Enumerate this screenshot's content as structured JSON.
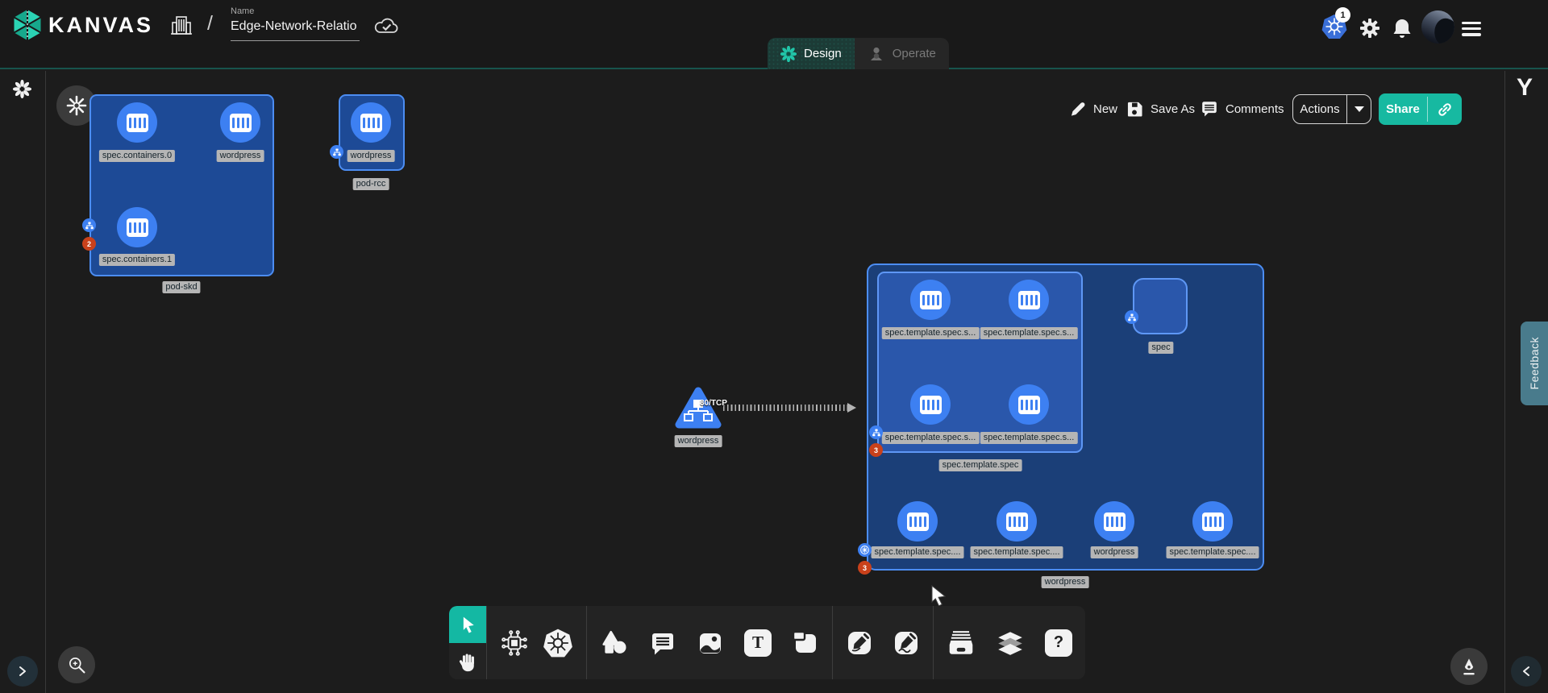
{
  "header": {
    "logo_text": "KANVAS",
    "name_label": "Name",
    "name_value": "Edge-Network-Relatio",
    "tabs": {
      "design": "Design",
      "operate": "Operate"
    },
    "k8s_context_count": "1"
  },
  "design_bar": {
    "new": "New",
    "save_as": "Save As",
    "comments": "Comments",
    "actions": "Actions",
    "share": "Share"
  },
  "right_rail": {
    "logo_text": "Y",
    "feedback_label": "Feedback"
  },
  "diagram": {
    "pod_skd": {
      "label": "pod-skd",
      "error_count": "2",
      "nodes": [
        {
          "label": "spec.containers.0"
        },
        {
          "label": "wordpress"
        },
        {
          "label": "spec.containers.1"
        }
      ]
    },
    "pod_rcc": {
      "label": "pod-rcc",
      "nodes": [
        {
          "label": "wordpress"
        }
      ]
    },
    "service": {
      "label": "wordpress",
      "edge_label": "80/TCP"
    },
    "deployment": {
      "label": "wordpress",
      "error_count": "3",
      "template": {
        "label": "spec.template.spec",
        "error_count": "3",
        "nodes": [
          {
            "label": "spec.template.spec.s..."
          },
          {
            "label": "spec.template.spec.s..."
          },
          {
            "label": "spec.template.spec.s..."
          },
          {
            "label": "spec.template.spec.s..."
          }
        ]
      },
      "spec": {
        "label": "spec"
      },
      "nodes": [
        {
          "label": "spec.template.spec...."
        },
        {
          "label": "spec.template.spec...."
        },
        {
          "label": "wordpress"
        },
        {
          "label": "spec.template.spec...."
        }
      ]
    }
  },
  "colors": {
    "accent_teal": "#17b9a1",
    "node_blue": "#3d80f2",
    "group_fill": "#1b3f78",
    "group_fill_light": "#2a57ab",
    "group_border": "#4c8df2",
    "badge_orange": "#c9411b",
    "label_bg": "#b5b5b5",
    "feedback_bg": "#497b8c",
    "k8s_blue": "#326ce5"
  }
}
